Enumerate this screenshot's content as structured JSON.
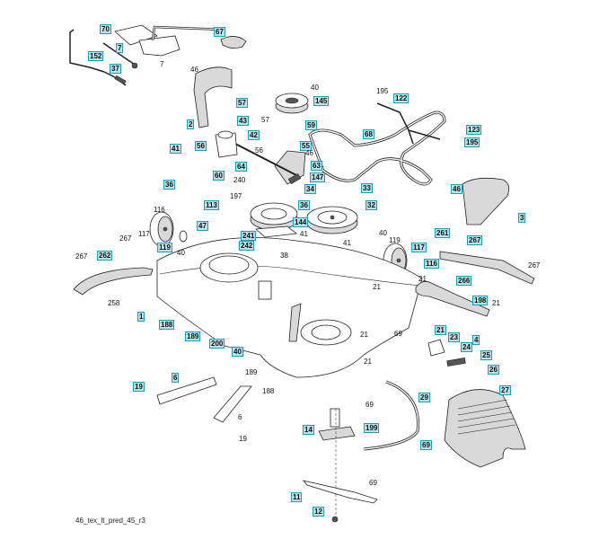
{
  "diagram": {
    "title": "Mower deck exploded parts diagram",
    "caption": "46_tex_lt_pred_45_r3",
    "colors": {
      "label_box_fill": "#b9e3ea",
      "label_box_border": "#1aa0b8",
      "line": "#222222"
    },
    "labels": [
      {
        "id": "70",
        "text": "70",
        "boxed": true
      },
      {
        "id": "7a",
        "text": "7",
        "boxed": true
      },
      {
        "id": "7b",
        "text": "7",
        "boxed": false
      },
      {
        "id": "152",
        "text": "152",
        "boxed": true
      },
      {
        "id": "37",
        "text": "37",
        "boxed": true
      },
      {
        "id": "67",
        "text": "67",
        "boxed": true
      },
      {
        "id": "46a",
        "text": "46",
        "boxed": false
      },
      {
        "id": "57a",
        "text": "57",
        "boxed": true
      },
      {
        "id": "2",
        "text": "2",
        "boxed": true
      },
      {
        "id": "43",
        "text": "43",
        "boxed": true
      },
      {
        "id": "42",
        "text": "42",
        "boxed": true
      },
      {
        "id": "56a",
        "text": "56",
        "boxed": true
      },
      {
        "id": "60",
        "text": "60",
        "boxed": true
      },
      {
        "id": "64",
        "text": "64",
        "boxed": true
      },
      {
        "id": "40a",
        "text": "40",
        "boxed": false
      },
      {
        "id": "145",
        "text": "145",
        "boxed": true
      },
      {
        "id": "57b",
        "text": "57",
        "boxed": false
      },
      {
        "id": "59",
        "text": "59",
        "boxed": true
      },
      {
        "id": "56b",
        "text": "56",
        "boxed": false
      },
      {
        "id": "55",
        "text": "55",
        "boxed": true
      },
      {
        "id": "46b",
        "text": "46",
        "boxed": false
      },
      {
        "id": "63",
        "text": "63",
        "boxed": true
      },
      {
        "id": "147",
        "text": "147",
        "boxed": true
      },
      {
        "id": "240",
        "text": "240",
        "boxed": false
      },
      {
        "id": "34",
        "text": "34",
        "boxed": true
      },
      {
        "id": "197",
        "text": "197",
        "boxed": false
      },
      {
        "id": "41a",
        "text": "41",
        "boxed": true
      },
      {
        "id": "36a",
        "text": "36",
        "boxed": true
      },
      {
        "id": "195a",
        "text": "195",
        "boxed": false
      },
      {
        "id": "122",
        "text": "122",
        "boxed": true
      },
      {
        "id": "68",
        "text": "68",
        "boxed": true
      },
      {
        "id": "123",
        "text": "123",
        "boxed": true
      },
      {
        "id": "195b",
        "text": "195",
        "boxed": true
      },
      {
        "id": "33",
        "text": "33",
        "boxed": true
      },
      {
        "id": "32",
        "text": "32",
        "boxed": true
      },
      {
        "id": "46c",
        "text": "46",
        "boxed": true
      },
      {
        "id": "3",
        "text": "3",
        "boxed": true
      },
      {
        "id": "113",
        "text": "113",
        "boxed": true
      },
      {
        "id": "116a",
        "text": "116",
        "boxed": false
      },
      {
        "id": "117a",
        "text": "117",
        "boxed": false
      },
      {
        "id": "119a",
        "text": "119",
        "boxed": true
      },
      {
        "id": "47",
        "text": "47",
        "boxed": true
      },
      {
        "id": "36b",
        "text": "36",
        "boxed": true
      },
      {
        "id": "144",
        "text": "144",
        "boxed": true
      },
      {
        "id": "241",
        "text": "241",
        "boxed": true
      },
      {
        "id": "242",
        "text": "242",
        "boxed": true
      },
      {
        "id": "41b",
        "text": "41",
        "boxed": false
      },
      {
        "id": "38",
        "text": "38",
        "boxed": false
      },
      {
        "id": "41c",
        "text": "41",
        "boxed": false
      },
      {
        "id": "40b",
        "text": "40",
        "boxed": false
      },
      {
        "id": "119b",
        "text": "119",
        "boxed": false
      },
      {
        "id": "117b",
        "text": "117",
        "boxed": true
      },
      {
        "id": "116b",
        "text": "116",
        "boxed": true
      },
      {
        "id": "261",
        "text": "261",
        "boxed": true
      },
      {
        "id": "267a",
        "text": "267",
        "boxed": true
      },
      {
        "id": "267b",
        "text": "267",
        "boxed": false
      },
      {
        "id": "266",
        "text": "266",
        "boxed": true
      },
      {
        "id": "267c",
        "text": "267",
        "boxed": false
      },
      {
        "id": "267d",
        "text": "267",
        "boxed": false
      },
      {
        "id": "262",
        "text": "262",
        "boxed": true
      },
      {
        "id": "258",
        "text": "258",
        "boxed": false
      },
      {
        "id": "40c",
        "text": "40",
        "boxed": false
      },
      {
        "id": "1",
        "text": "1",
        "boxed": true
      },
      {
        "id": "188a",
        "text": "188",
        "boxed": true
      },
      {
        "id": "189a",
        "text": "189",
        "boxed": true
      },
      {
        "id": "200",
        "text": "200",
        "boxed": true
      },
      {
        "id": "40d",
        "text": "40",
        "boxed": true
      },
      {
        "id": "21a",
        "text": "21",
        "boxed": false
      },
      {
        "id": "21b",
        "text": "21",
        "boxed": false
      },
      {
        "id": "21c",
        "text": "21",
        "boxed": false
      },
      {
        "id": "198",
        "text": "198",
        "boxed": true
      },
      {
        "id": "21d",
        "text": "21",
        "boxed": false
      },
      {
        "id": "4",
        "text": "4",
        "boxed": true
      },
      {
        "id": "69a",
        "text": "69",
        "boxed": false
      },
      {
        "id": "21e",
        "text": "21",
        "boxed": false
      },
      {
        "id": "21f",
        "text": "21",
        "boxed": true
      },
      {
        "id": "23",
        "text": "23",
        "boxed": true
      },
      {
        "id": "24",
        "text": "24",
        "boxed": true
      },
      {
        "id": "25",
        "text": "25",
        "boxed": true
      },
      {
        "id": "26",
        "text": "26",
        "boxed": true
      },
      {
        "id": "27",
        "text": "27",
        "boxed": true
      },
      {
        "id": "29",
        "text": "29",
        "boxed": true
      },
      {
        "id": "189b",
        "text": "189",
        "boxed": false
      },
      {
        "id": "188b",
        "text": "188",
        "boxed": false
      },
      {
        "id": "19a",
        "text": "19",
        "boxed": true
      },
      {
        "id": "6a",
        "text": "6",
        "boxed": true
      },
      {
        "id": "6b",
        "text": "6",
        "boxed": false
      },
      {
        "id": "19b",
        "text": "19",
        "boxed": false
      },
      {
        "id": "69b",
        "text": "69",
        "boxed": false
      },
      {
        "id": "14",
        "text": "14",
        "boxed": true
      },
      {
        "id": "199",
        "text": "199",
        "boxed": true
      },
      {
        "id": "69c",
        "text": "69",
        "boxed": true
      },
      {
        "id": "69d",
        "text": "69",
        "boxed": false
      },
      {
        "id": "11",
        "text": "11",
        "boxed": true
      },
      {
        "id": "12",
        "text": "12",
        "boxed": true
      }
    ]
  }
}
